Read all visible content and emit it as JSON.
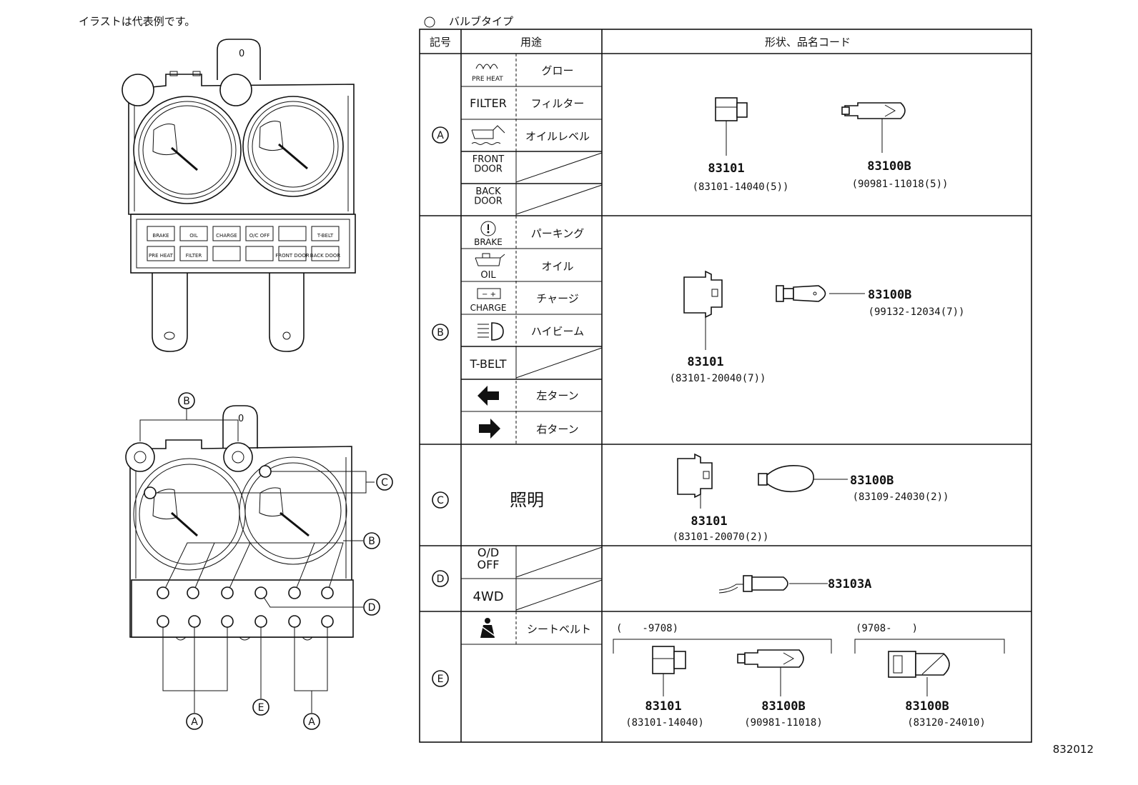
{
  "note_top": "イラストは代表例です。",
  "bulb_type_heading": "バルブタイプ",
  "table": {
    "headers": [
      "記号",
      "用途",
      "形状、品名コード"
    ],
    "groups": [
      {
        "code": "A",
        "rows": [
          {
            "icon": "preheat-coil-icon",
            "label": "PRE HEAT",
            "use": "グロー"
          },
          {
            "label": "FILTER",
            "use": "フィルター"
          },
          {
            "icon": "oil-level-icon",
            "use": "オイルレベル"
          },
          {
            "label": "FRONT\nDOOR",
            "use": ""
          },
          {
            "label": "BACK\nDOOR",
            "use": ""
          }
        ],
        "parts": [
          {
            "number": "83101",
            "code": "(83101-14040(5))"
          },
          {
            "number": "83100B",
            "code": "(90981-11018(5))"
          }
        ]
      },
      {
        "code": "B",
        "rows": [
          {
            "icon": "brake-warning-icon",
            "label": "BRAKE",
            "use": "パーキング"
          },
          {
            "icon": "oil-can-icon",
            "label": "OIL",
            "use": "オイル"
          },
          {
            "icon": "battery-icon",
            "label": "CHARGE",
            "use": "チャージ"
          },
          {
            "icon": "high-beam-icon",
            "use": "ハイビーム"
          },
          {
            "label": "T-BELT",
            "use": ""
          },
          {
            "icon": "left-arrow-icon",
            "use": "左ターン"
          },
          {
            "icon": "right-arrow-icon",
            "use": "右ターン"
          }
        ],
        "parts": [
          {
            "number": "83101",
            "code": "(83101-20040(7))"
          },
          {
            "number": "83100B",
            "code": "(99132-12034(7))"
          }
        ]
      },
      {
        "code": "C",
        "rows": [
          {
            "use": "照明"
          }
        ],
        "parts": [
          {
            "number": "83101",
            "code": "(83101-20070(2))"
          },
          {
            "number": "83100B",
            "code": "(83109-24030(2))"
          }
        ]
      },
      {
        "code": "D",
        "rows": [
          {
            "label": "O/D\nOFF",
            "use": ""
          },
          {
            "label": "4WD",
            "use": ""
          }
        ],
        "parts": [
          {
            "number": "83103A"
          }
        ]
      },
      {
        "code": "E",
        "rows": [
          {
            "icon": "seatbelt-icon",
            "use": "シートベルト"
          }
        ],
        "period_left": "(　　-9708)",
        "period_right": "(9708-　　)",
        "parts": [
          {
            "number": "83101",
            "code": "(83101-14040)"
          },
          {
            "number": "83100B",
            "code": "(90981-11018)"
          },
          {
            "number": "83100B",
            "code": "(83120-24010)"
          }
        ]
      }
    ]
  },
  "panel_labels": {
    "row1": [
      "BRAKE",
      "OIL",
      "CHARGE",
      "O/C OFF",
      "",
      "T-BELT"
    ],
    "row2": [
      "PRE HEAT",
      "FILTER",
      "",
      "",
      "FRONT DOOR",
      "BACK DOOR"
    ]
  },
  "callouts": [
    "A",
    "A",
    "B",
    "B",
    "C",
    "D",
    "E"
  ],
  "figure_number": "832012"
}
